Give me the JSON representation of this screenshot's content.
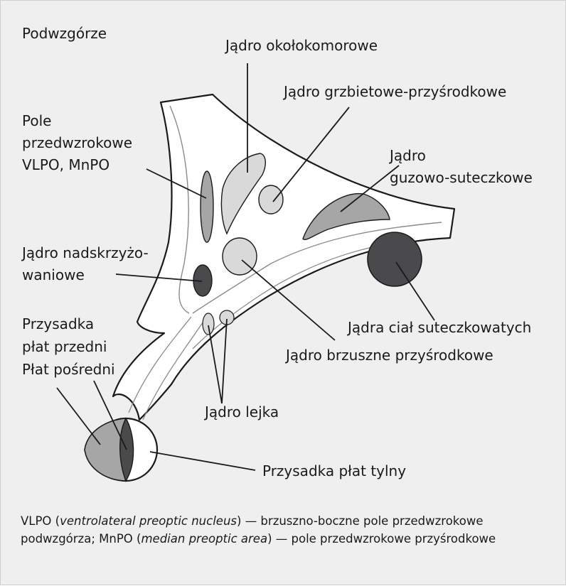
{
  "labels": {
    "title": "Podwzgórze",
    "paraventricular": "Jądro okołokomorowe",
    "dorsomedial": "Jądro grzbietowe-przyśrodkowe",
    "tuberomammillary_1": "Jądro",
    "tuberomammillary_2": "guzowo-suteczkowe",
    "preoptic_1": "Pole",
    "preoptic_2": "przedwzrokowe",
    "preoptic_3": "VLPO, MnPO",
    "suprachiasmatic_1": "Jądro nadskrzyżo-",
    "suprachiasmatic_2": "waniowe",
    "mammillary": "Jądra ciał suteczkowatych",
    "ventromedial": "Jądro brzuszne przyśrodkowe",
    "pituitary_1": "Przysadka",
    "pituitary_2": "płat przedni",
    "pituitary_3": "Płat pośredni",
    "infundibular": "Jądro lejka",
    "posterior_pituitary": "Przysadka płat tylny"
  },
  "caption": {
    "abbr1": "VLPO",
    "term1": "ventrolateral preoptic nucleus",
    "def1": "— brzuszno-boczne pole przedwzrokowe podwzgórza;",
    "abbr2": "MnPO",
    "term2": "median preoptic area",
    "def2": "— pole przedwzrokowe przyśrodkowe"
  },
  "colors": {
    "background": "#efefef",
    "nucleus_light": "#d9d9d9",
    "nucleus_mid": "#a6a6a6",
    "nucleus_dark": "#4a4a4d",
    "outline": "#1a1a1a"
  }
}
